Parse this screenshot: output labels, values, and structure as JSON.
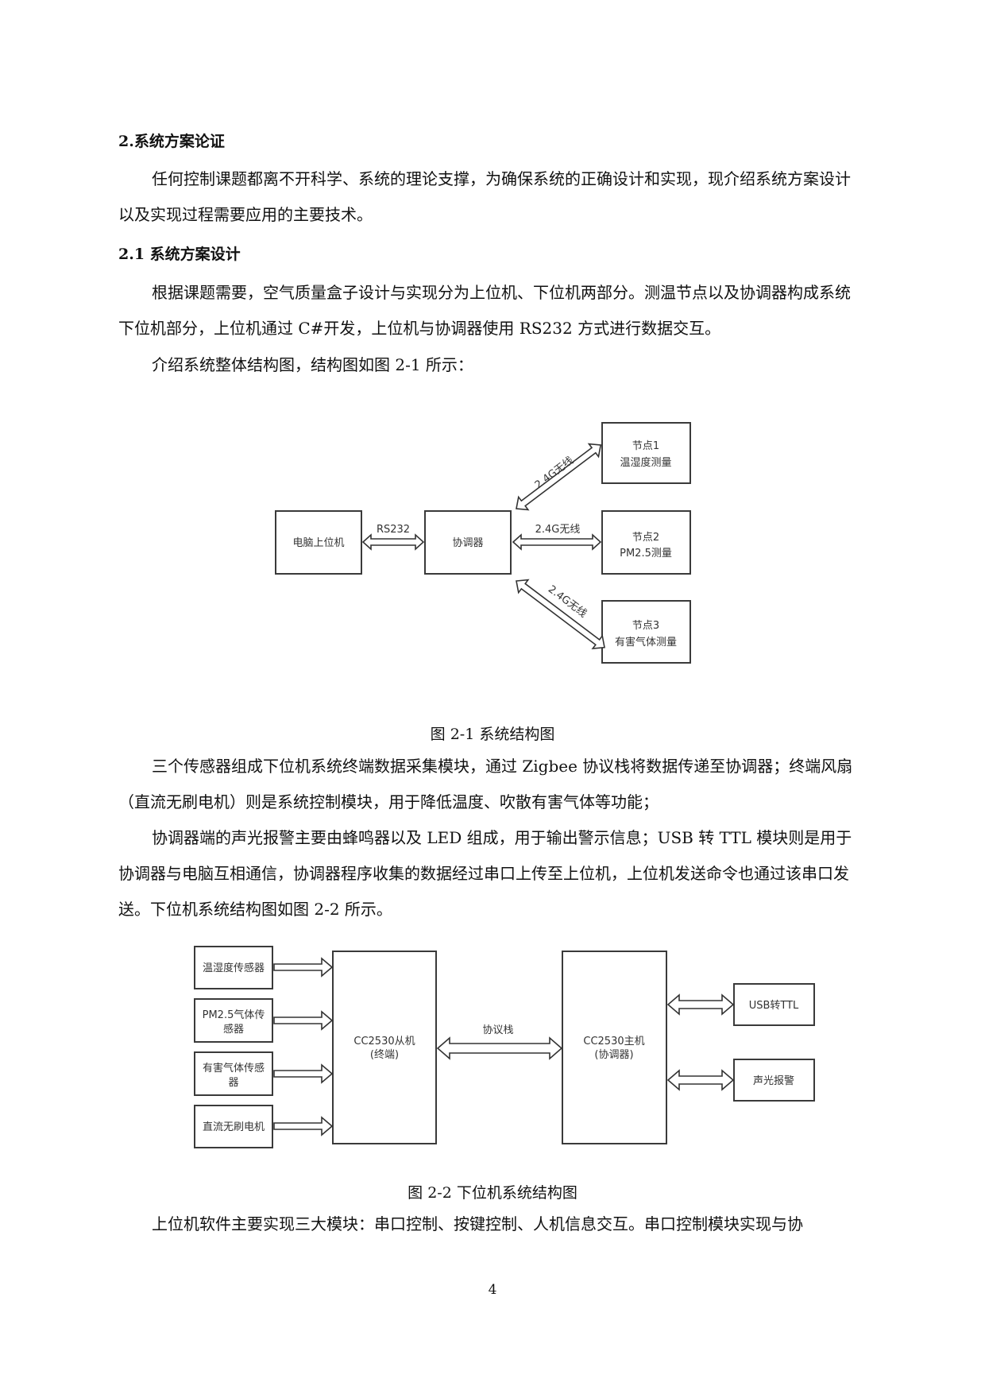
{
  "heading_main": "2.系统方案论证",
  "para_intro": "任何控制课题都离不开科学、系统的理论支撑，为确保系统的正确设计和实现，现介绍系统方案设计以及实现过程需要应用的主要技术。",
  "heading_sub": "2.1 系统方案设计",
  "para_design": "根据课题需要，空气质量盒子设计与实现分为上位机、下位机两部分。测温节点以及协调器构成系统下位机部分，上位机通过 C#开发，上位机与协调器使用 RS232 方式进行数据交互。",
  "para_intro_fig1": "介绍系统整体结构图，结构图如图 2-1 所示：",
  "figure1": {
    "caption": "图 2-1  系统结构图",
    "pc_label": "电脑上位机",
    "coordinator_label": "协调器",
    "link_rs232": "RS232",
    "link_wireless": "2.4G无线",
    "node1_line1": "节点1",
    "node1_line2": "温湿度测量",
    "node2_line1": "节点2",
    "node2_line2": "PM2.5测量",
    "node3_line1": "节点3",
    "node3_line2": "有害气体测量"
  },
  "para_sensors": "三个传感器组成下位机系统终端数据采集模块，通过 Zigbee 协议栈将数据传递至协调器；终端风扇（直流无刷电机）则是系统控制模块，用于降低温度、吹散有害气体等功能；",
  "para_alarm": "协调器端的声光报警主要由蜂鸣器以及 LED 组成，用于输出警示信息；USB 转 TTL 模块则是用于协调器与电脑互相通信，协调器程序收集的数据经过串口上传至上位机，上位机发送命令也通过该串口发送。下位机系统结构图如图 2-2 所示。",
  "figure2": {
    "caption": "图 2-2  下位机系统结构图",
    "sensor1": "温湿度传感器",
    "sensor2_line1": "PM2.5气体传",
    "sensor2_line2": "感器",
    "sensor3_line1": "有害气体传感",
    "sensor3_line2": "器",
    "motor": "直流无刷电机",
    "slave_line1": "CC2530从机",
    "slave_line2": "(终端)",
    "protocol": "协议栈",
    "master_line1": "CC2530主机",
    "master_line2": "(协调器)",
    "usb_ttl": "USB转TTL",
    "alarm": "声光报警"
  },
  "para_software": "上位机软件主要实现三大模块：串口控制、按键控制、人机信息交互。串口控制模块实现与协",
  "page_number": "4"
}
